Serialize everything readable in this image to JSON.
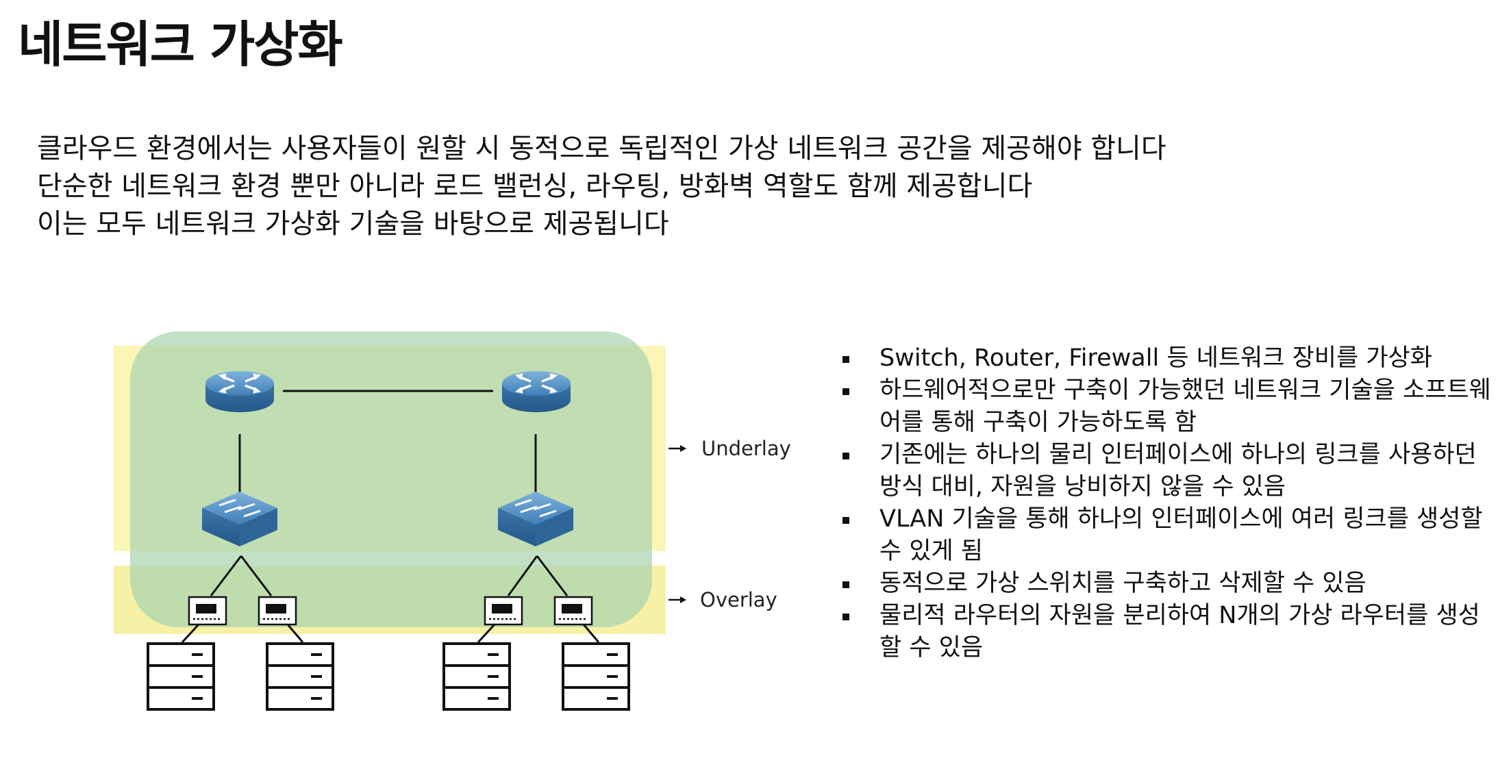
{
  "title": "네트워크 가상화",
  "intro_lines": [
    "클라우드 환경에서는 사용자들이 원할 시 동적으로 독립적인 가상 네트워크 공간을 제공해야 합니다",
    "단순한 네트워크 환경 뿐만 아니라 로드 밸런싱, 라우팅, 방화벽 역할도 함께 제공합니다",
    "이는 모두 네트워크 가상화 기술을 바탕으로 제공됩니다"
  ],
  "diagram": {
    "underlay_label": "Underlay",
    "overlay_label": "Overlay",
    "colors": {
      "underlay_band": "#fbf6b6",
      "overlay_box": "#b7dcb0",
      "device_blue": "#3f7fb8"
    }
  },
  "bullets": [
    "Switch, Router, Firewall 등 네트워크 장비를 가상화",
    "하드웨어적으로만 구축이 가능했던 네트워크 기술을 소프트웨어를 통해 구축이 가능하도록 함",
    "기존에는 하나의 물리 인터페이스에 하나의 링크를 사용하던 방식 대비, 자원을 낭비하지 않을 수 있음",
    "VLAN 기술을 통해 하나의 인터페이스에 여러 링크를 생성할 수 있게 됨",
    "동적으로 가상 스위치를 구축하고 삭제할 수 있음",
    "물리적 라우터의 자원을 분리하여 N개의 가상 라우터를 생성할 수 있음"
  ]
}
